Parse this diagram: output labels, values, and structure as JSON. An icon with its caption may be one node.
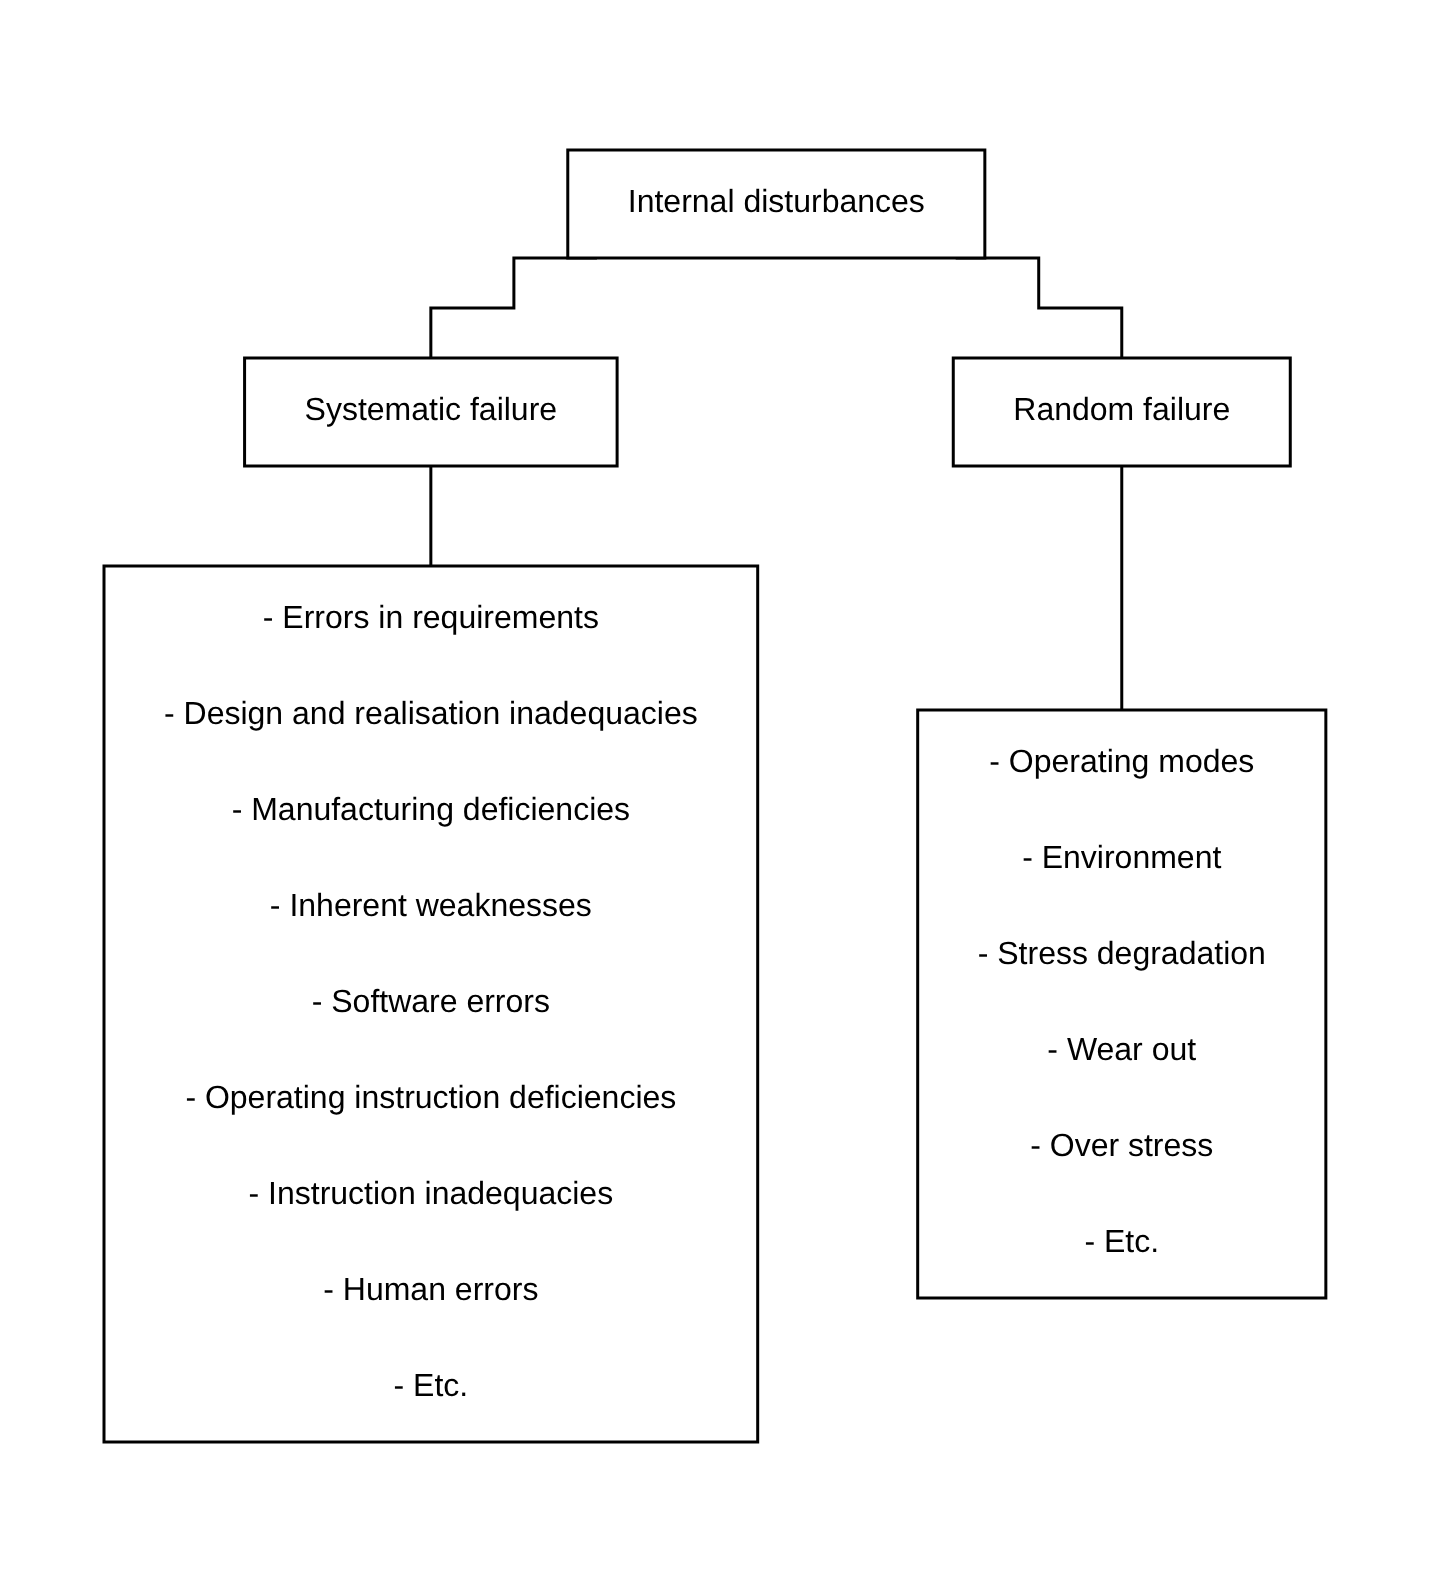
{
  "diagram": {
    "nodes": [
      {
        "text": [
          "Internal disturbances"
        ]
      },
      {
        "text": [
          "Systematic failure"
        ]
      },
      {
        "text": [
          "Random failure"
        ]
      },
      {
        "text": [
          "- Errors in requirements",
          "- Design and realisation inadequacies",
          "- Manufacturing deficiencies",
          "- Inherent weaknesses",
          "- Software errors",
          "- Operating instruction deficiencies",
          "- Instruction inadequacies",
          "- Human errors",
          "- Etc."
        ]
      },
      {
        "text": [
          "- Operating modes",
          "- Environment",
          "- Stress degradation",
          "- Wear out",
          "- Over stress",
          "- Etc."
        ]
      }
    ],
    "edges": [
      {
        "from": 0,
        "to": 1,
        "arrow": "none"
      },
      {
        "from": 0,
        "to": 2,
        "arrow": "none"
      },
      {
        "from": 1,
        "to": 3,
        "arrow": "none"
      },
      {
        "from": 2,
        "to": 4,
        "arrow": "none"
      }
    ]
  }
}
